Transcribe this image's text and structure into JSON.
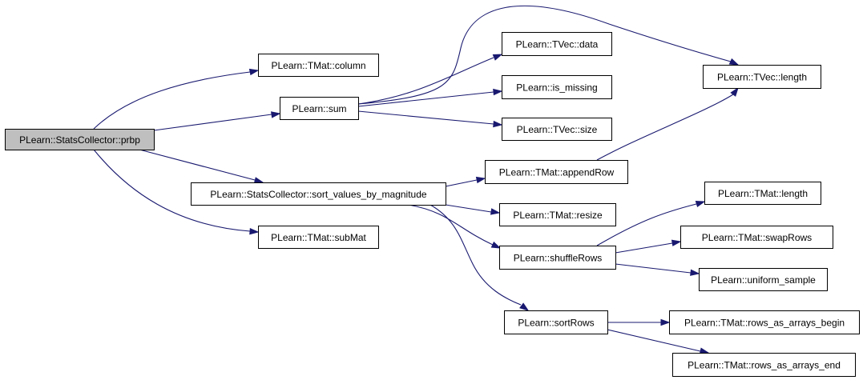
{
  "colors": {
    "edge": "#191970",
    "root_fill": "#bfbfbf",
    "node_fill": "#ffffff",
    "border": "#000000"
  },
  "nodes": [
    {
      "id": "prbp",
      "label": "PLearn::StatsCollector::prbp",
      "root": true
    },
    {
      "id": "column",
      "label": "PLearn::TMat::column"
    },
    {
      "id": "sum",
      "label": "PLearn::sum"
    },
    {
      "id": "sort_values",
      "label": "PLearn::StatsCollector::sort_values_by_magnitude"
    },
    {
      "id": "subMat",
      "label": "PLearn::TMat::subMat"
    },
    {
      "id": "tvec_data",
      "label": "PLearn::TVec::data"
    },
    {
      "id": "is_missing",
      "label": "PLearn::is_missing"
    },
    {
      "id": "tvec_size",
      "label": "PLearn::TVec::size"
    },
    {
      "id": "appendRow",
      "label": "PLearn::TMat::appendRow"
    },
    {
      "id": "resize",
      "label": "PLearn::TMat::resize"
    },
    {
      "id": "shuffleRows",
      "label": "PLearn::shuffleRows"
    },
    {
      "id": "sortRows",
      "label": "PLearn::sortRows"
    },
    {
      "id": "tvec_length",
      "label": "PLearn::TVec::length"
    },
    {
      "id": "tmat_length",
      "label": "PLearn::TMat::length"
    },
    {
      "id": "swapRows",
      "label": "PLearn::TMat::swapRows"
    },
    {
      "id": "uniform_sample",
      "label": "PLearn::uniform_sample"
    },
    {
      "id": "rows_begin",
      "label": "PLearn::TMat::rows_as_arrays_begin"
    },
    {
      "id": "rows_end",
      "label": "PLearn::TMat::rows_as_arrays_end"
    }
  ],
  "edges": [
    {
      "from": "prbp",
      "to": "column"
    },
    {
      "from": "prbp",
      "to": "sum"
    },
    {
      "from": "prbp",
      "to": "sort_values"
    },
    {
      "from": "prbp",
      "to": "subMat"
    },
    {
      "from": "sum",
      "to": "tvec_data"
    },
    {
      "from": "sum",
      "to": "is_missing"
    },
    {
      "from": "sum",
      "to": "tvec_length"
    },
    {
      "from": "sum",
      "to": "tvec_size"
    },
    {
      "from": "sort_values",
      "to": "appendRow"
    },
    {
      "from": "sort_values",
      "to": "resize"
    },
    {
      "from": "sort_values",
      "to": "shuffleRows"
    },
    {
      "from": "sort_values",
      "to": "sortRows"
    },
    {
      "from": "appendRow",
      "to": "tvec_length"
    },
    {
      "from": "shuffleRows",
      "to": "tmat_length"
    },
    {
      "from": "shuffleRows",
      "to": "swapRows"
    },
    {
      "from": "shuffleRows",
      "to": "uniform_sample"
    },
    {
      "from": "sortRows",
      "to": "rows_begin"
    },
    {
      "from": "sortRows",
      "to": "rows_end"
    }
  ]
}
